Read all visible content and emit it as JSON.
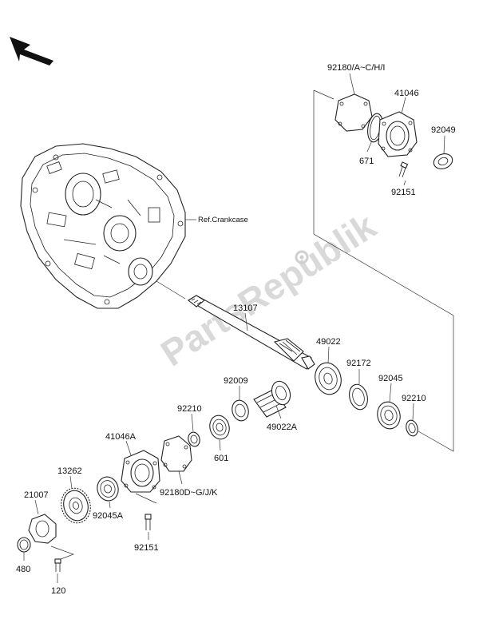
{
  "watermark": "PartsRepublik",
  "reference_label": "Ref.Crankcase",
  "callouts": {
    "p92180_ach": "92180/A~C/H/I",
    "p41046": "41046",
    "p92049": "92049",
    "p671": "671",
    "p92151_top": "92151",
    "p13107": "13107",
    "p49022": "49022",
    "p92172": "92172",
    "p92045": "92045",
    "p92210_right": "92210",
    "p92009": "92009",
    "p49022a": "49022A",
    "p92210_left": "92210",
    "p601": "601",
    "p41046a": "41046A",
    "p92180_dgjk": "92180D~G/J/K",
    "p13262": "13262",
    "p92045a": "92045A",
    "p21007": "21007",
    "p92151_bottom": "92151",
    "p480": "480",
    "p120": "120"
  },
  "icons": [
    "direction-arrow-icon",
    "gear-icon"
  ]
}
